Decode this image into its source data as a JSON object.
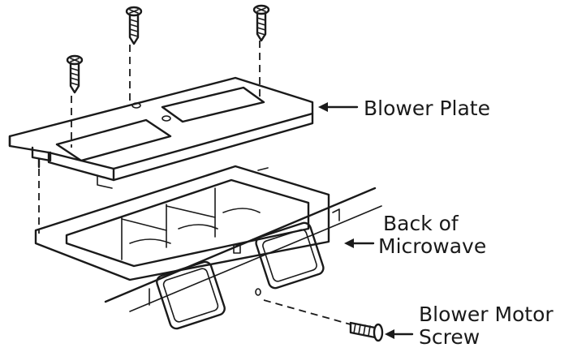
{
  "labels": {
    "blower_plate": "Blower Plate",
    "back_of_microwave_line1": "Back of",
    "back_of_microwave_line2": "Microwave",
    "blower_motor_screw_line1": "Blower Motor",
    "blower_motor_screw_line2": "Screw"
  },
  "colors": {
    "ink": "#1a1a1a",
    "background": "#ffffff"
  }
}
